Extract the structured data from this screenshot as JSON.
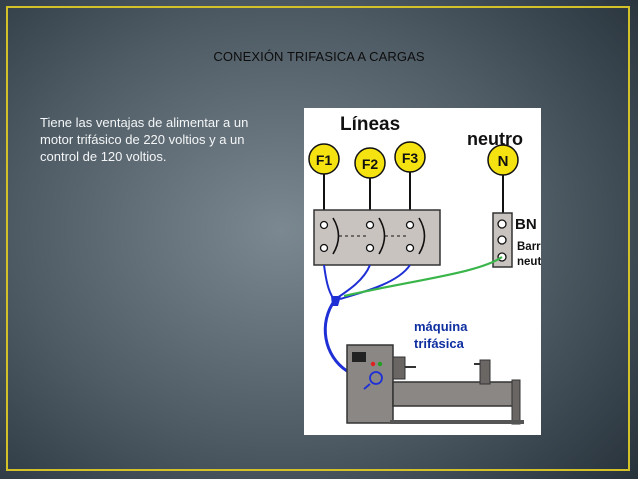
{
  "slide": {
    "title": "CONEXIÓN TRIFASICA A CARGAS",
    "description": "Tiene las ventajas de alimentar a un motor trifásico de 220 voltios y a un control de 120 voltios.",
    "colors": {
      "frame": "#d2c128",
      "phase_circle": "#f5e311",
      "neutral_wire": "#39b54a",
      "cable": "#1e2fd6",
      "label_blue": "#0e2fa0"
    }
  },
  "diagram": {
    "lines_label": "Líneas",
    "neutral_label": "neutro",
    "phases": [
      "F1",
      "F2",
      "F3"
    ],
    "neutral_terminal": "N",
    "bar_label": "BN",
    "bar_caption_1": "Barra de",
    "bar_caption_2": "neutro",
    "machine_label_1": "máquina",
    "machine_label_2": "trifásica"
  }
}
